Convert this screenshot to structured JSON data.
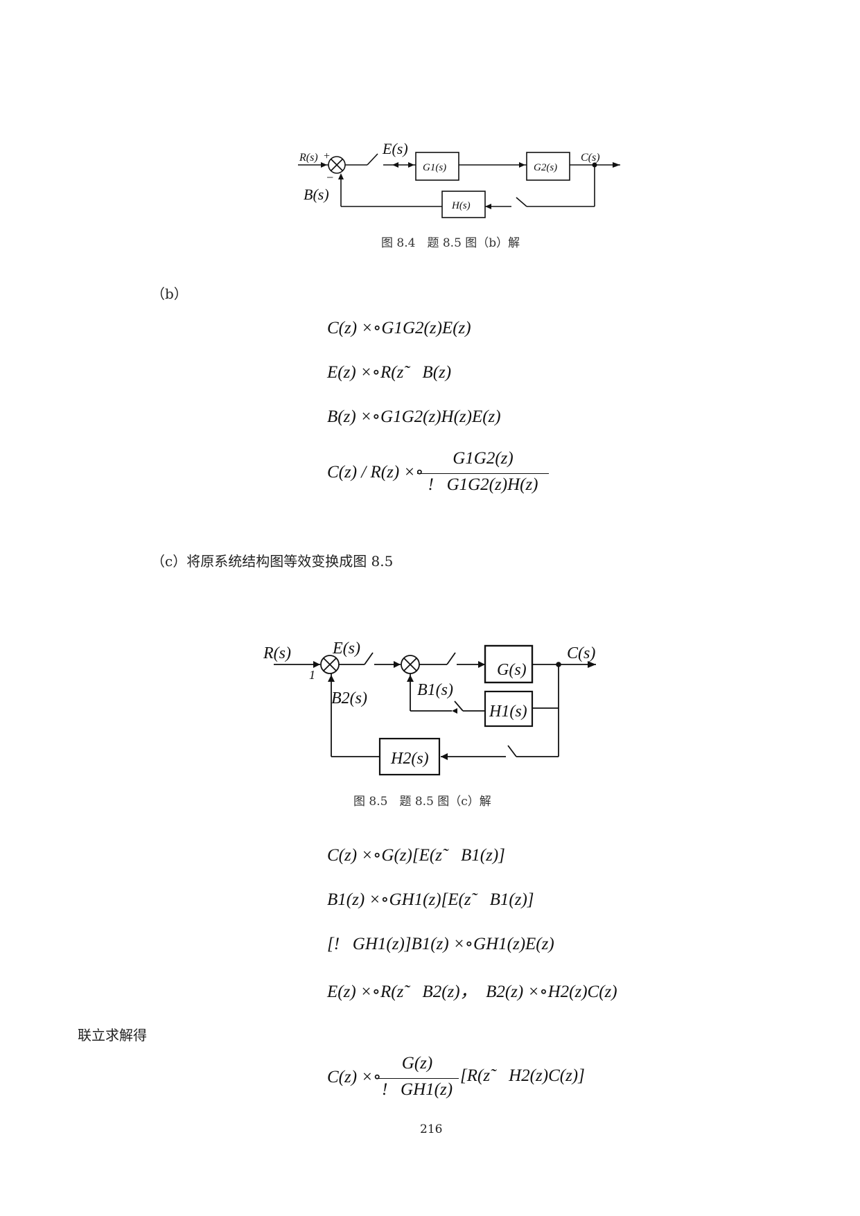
{
  "figure1": {
    "labels": {
      "R": "R(s)",
      "plus": "+",
      "minus": "−",
      "E": "E(s)",
      "B": "B(s)",
      "G1": "G1(s)",
      "G2": "G2(s)",
      "C": "C(s)",
      "H": "H(s)"
    },
    "caption": "图 8.4　题 8.5 图（b）解"
  },
  "section_b": "（b）",
  "eqs_b": [
    "C(z) ×∘G1G2(z)E(z)",
    "E(z) ×∘R(z˜   B(z)",
    "B(z) ×∘G1G2(z)H(z)E(z)"
  ],
  "eq_b4": {
    "lhs": "C(z) / R(z) ×∘",
    "num": "G1G2(z)",
    "den": "!   G1G2(z)H(z)"
  },
  "section_c": "（c）将原系统结构图等效变换成图 8.5",
  "figure2": {
    "labels": {
      "R": "R(s)",
      "one": "1",
      "E": "E(s)",
      "B2": "B2(s)",
      "B1": "B1(s)",
      "G": "G(s)",
      "H1": "H1(s)",
      "H2": "H2(s)",
      "C": "C(s)"
    },
    "caption": "图 8.5　题 8.5 图（c）解"
  },
  "eqs_c": [
    "C(z) ×∘G(z)[E(z˜   B1(z)]",
    "B1(z) ×∘GH1(z)[E(z˜   B1(z)]",
    "[!   GH1(z)]B1(z) ×∘GH1(z)E(z)",
    "E(z) ×∘R(z˜   B2(z)，  B2(z) ×∘H2(z)C(z)"
  ],
  "joint_text": "联立求解得",
  "eq_final": {
    "lhs": "C(z) ×∘",
    "num": "G(z)",
    "den": "!   GH1(z)",
    "rhs": "[R(z˜   H2(z)C(z)]"
  },
  "page_number": "216"
}
